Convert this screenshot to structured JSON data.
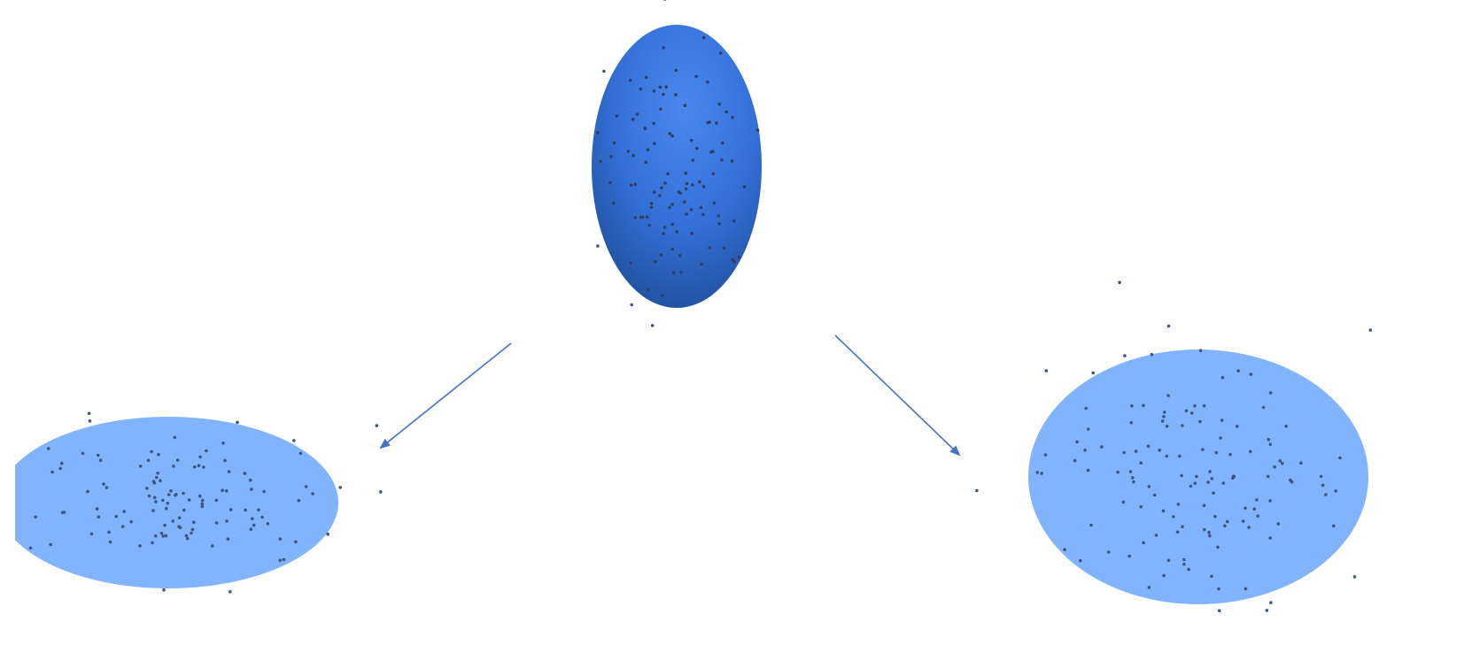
{
  "colors": {
    "background": "#ffffff",
    "ellipsoid_highlight": "#4a88ee",
    "ellipsoid_mid": "#3470d8",
    "ellipsoid_shadow": "#1f4f9c",
    "projection_fill": "#82b3fd",
    "point": "#3e5680",
    "point_inside": "#2f4063",
    "arrow": "#4472c4"
  },
  "shapes": {
    "top": "3d-ellipsoid",
    "left": "flat-ellipse",
    "right": "flat-ellipse"
  },
  "arrows": [
    "top-to-left",
    "top-to-right"
  ],
  "icons": [
    "ellipsoid-icon",
    "arrow-left-icon",
    "arrow-right-icon"
  ]
}
